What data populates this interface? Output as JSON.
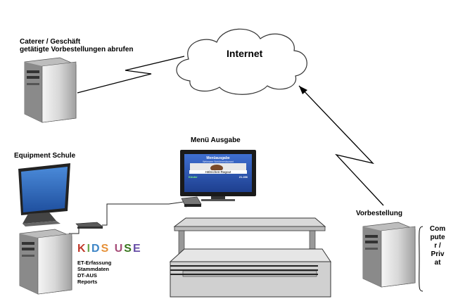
{
  "internet": {
    "label": "Internet"
  },
  "caterer": {
    "line1": "Caterer / Geschäft",
    "line2": "getätigte Vorbestellungen abrufen"
  },
  "menu_output": {
    "title": "Menü Ausgabe",
    "screen": {
      "heading": "Menüausgabe",
      "subheading": "Weimarer Schülerrestaurant",
      "dish": "Hähnchen-Ragout",
      "left_badge": "Kinder",
      "right_value": "21.286"
    }
  },
  "equipment": {
    "title": "Equipment Schule",
    "logo_letters": [
      {
        "char": "K",
        "color": "#c0392b"
      },
      {
        "char": "I",
        "color": "#6aa84f"
      },
      {
        "char": "D",
        "color": "#3d85c6"
      },
      {
        "char": "S",
        "color": "#e69138"
      },
      {
        "char": " ",
        "color": "#000000"
      },
      {
        "char": "U",
        "color": "#a64d79"
      },
      {
        "char": "S",
        "color": "#38761d"
      },
      {
        "char": "E",
        "color": "#674ea7"
      }
    ],
    "features": [
      "ET-Erfassung",
      "Stammdaten",
      "DT-AUS",
      "Reports"
    ]
  },
  "vorbestellung": {
    "title": "Vorbestellung",
    "side_label": [
      "Com",
      "pute",
      "r /",
      "Priv",
      "at"
    ]
  }
}
